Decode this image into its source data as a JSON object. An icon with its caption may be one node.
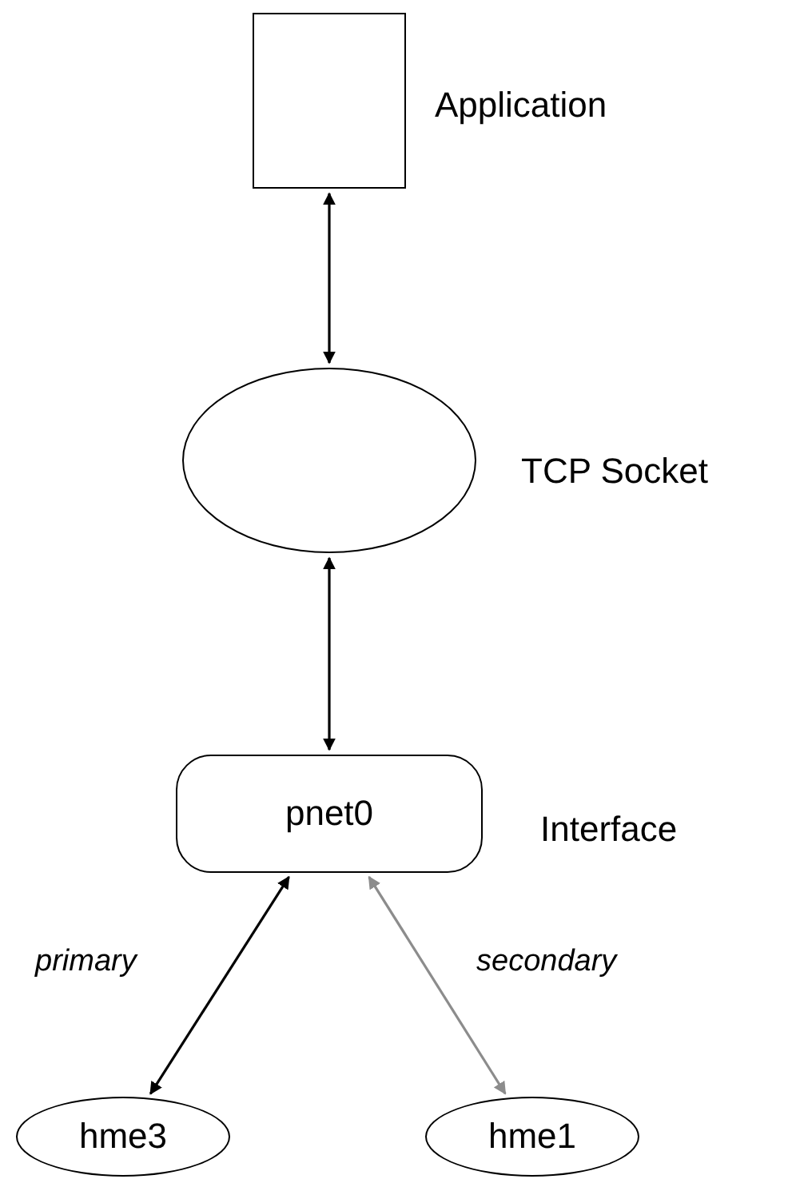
{
  "diagram": {
    "nodes": [
      {
        "text": [],
        "shape": "box",
        "beside": [
          "Application"
        ]
      },
      {
        "text": [],
        "shape": "ellipse",
        "beside": [
          "TCP Socket"
        ]
      },
      {
        "text": [
          "pnet0"
        ],
        "beside": [
          "Interface"
        ]
      },
      {
        "text": [
          "hme3"
        ]
      },
      {
        "text": [
          "hme1"
        ]
      }
    ],
    "edges": [
      {
        "from": 0,
        "to": 1,
        "arrow": "both"
      },
      {
        "from": 1,
        "to": 2,
        "arrow": "both"
      },
      {
        "from": 2,
        "to": 3,
        "arrow": "both",
        "label": "primary"
      },
      {
        "from": 2,
        "to": 4,
        "arrow": "both",
        "label": "secondary",
        "color": "#8c8c8c"
      }
    ]
  }
}
